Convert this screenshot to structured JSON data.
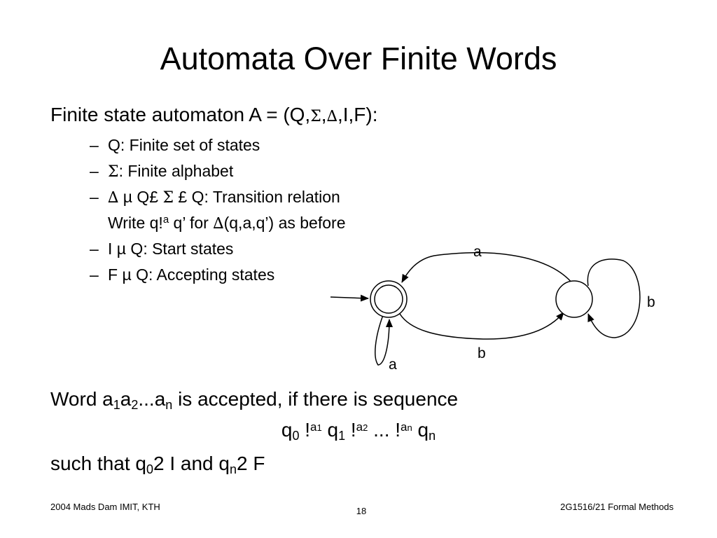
{
  "slide": {
    "title": "Automata Over Finite Words",
    "intro": {
      "text": "Finite state automaton A = (Q,",
      "sigma": "Σ",
      "comma": ",",
      "delta": "∆",
      "tail": ",I,F):"
    },
    "bullets": [
      {
        "dash": "–",
        "text": "Q: Finite set of states"
      },
      {
        "dash": "–",
        "sym": "Σ",
        "text": ": Finite alphabet"
      },
      {
        "dash": "–",
        "sym": "∆",
        "mid1": " µ Q£ ",
        "sym2": "Σ",
        "mid2": " £ Q: Transition relation"
      },
      {
        "pre": "Write q!",
        "sup": "a",
        "mid": " q’ for ",
        "sym": "∆",
        "post": "(q,a,q’) as before"
      },
      {
        "dash": "–",
        "text": "I µ Q: Start states"
      },
      {
        "dash": "–",
        "text": "F µ Q: Accepting states"
      }
    ],
    "acceptance": {
      "line1": {
        "pre": "Word a",
        "s1": "1",
        "a2": "a",
        "s2": "2",
        "dots": "...a",
        "sn": "n",
        "post": " is accepted, if there is sequence"
      },
      "line2": {
        "q": "q",
        "s0": "0",
        "arrow": " !",
        "l1": "a",
        "l1s": "1",
        "q1": " q",
        "q1s": "1",
        "arrow2": " !",
        "l2": "a",
        "l2s": "2",
        "mid": " ... !",
        "ln": "a",
        "lns": "n",
        "qn": " q",
        "qns": "n"
      },
      "line3": {
        "pre": "such that q",
        "s0": "0",
        "mid": "2 I and q",
        "sn": "n",
        "post": "2 F"
      }
    },
    "diagram": {
      "labels": {
        "top_edge": "a",
        "bottom_edge": "b",
        "self_loop_left": "a",
        "self_loop_right": "b"
      }
    },
    "footer": {
      "left": "2004 Mads Dam IMIT, KTH",
      "page": "18",
      "right": "2G1516/21 Formal Methods"
    }
  }
}
